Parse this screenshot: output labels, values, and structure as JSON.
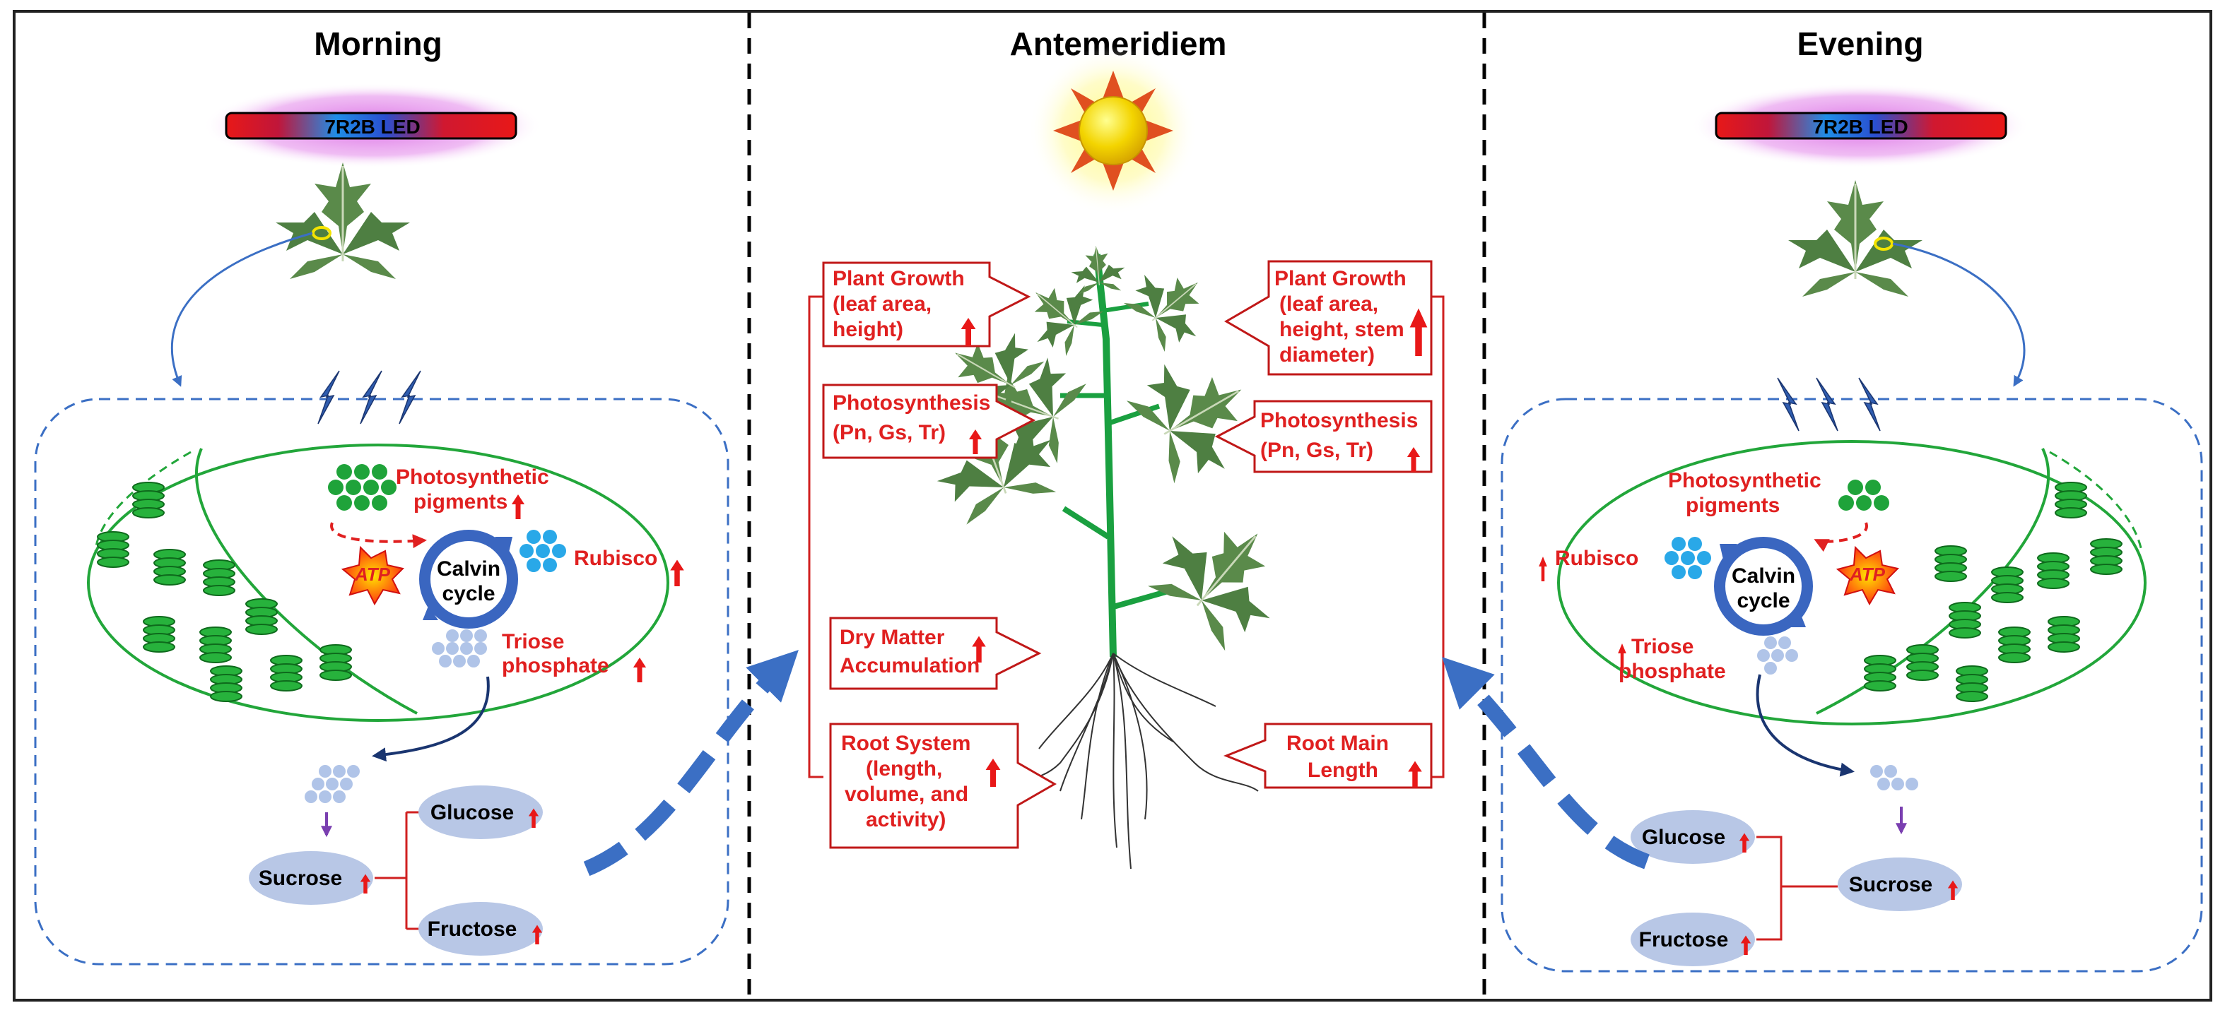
{
  "panels": {
    "morning": "Morning",
    "antemeridiem": "Antemeridiem",
    "evening": "Evening"
  },
  "led_label": "7R2B LED",
  "labels": {
    "photosynthetic": "Photosynthetic",
    "pigments": "pigments",
    "rubisco": "Rubisco",
    "calvin": "Calvin",
    "cycle": "cycle",
    "triose": "Triose",
    "phosphate": "phosphate",
    "atp": "ATP",
    "sucrose": "Sucrose",
    "glucose": "Glucose",
    "fructose": "Fructose"
  },
  "left_boxes": [
    {
      "lines": [
        "Plant Growth",
        "(leaf area,",
        "height)"
      ]
    },
    {
      "lines": [
        "Photosynthesis",
        "(Pn, Gs, Tr)"
      ]
    },
    {
      "lines": [
        "Dry Matter",
        "Accumulation"
      ]
    },
    {
      "lines": [
        "Root System",
        "(length,",
        "volume,  and",
        "activity)"
      ]
    }
  ],
  "right_boxes": [
    {
      "lines": [
        "Plant Growth",
        "(leaf area,",
        "height, stem",
        "diameter)"
      ]
    },
    {
      "lines": [
        "Photosynthesis",
        "(Pn, Gs, Tr)"
      ]
    },
    {
      "lines": [
        "Root Main",
        "Length"
      ]
    }
  ],
  "colors": {
    "red": "#e02020",
    "green": "#22a63a",
    "blue": "#3b6fc4",
    "navy": "#1a3570",
    "oval": "#b8c7e6",
    "dots": "#b0c4e8",
    "cyan": "#29a8e8",
    "led_glow": "#d455e0",
    "sun": "#f2d200"
  }
}
